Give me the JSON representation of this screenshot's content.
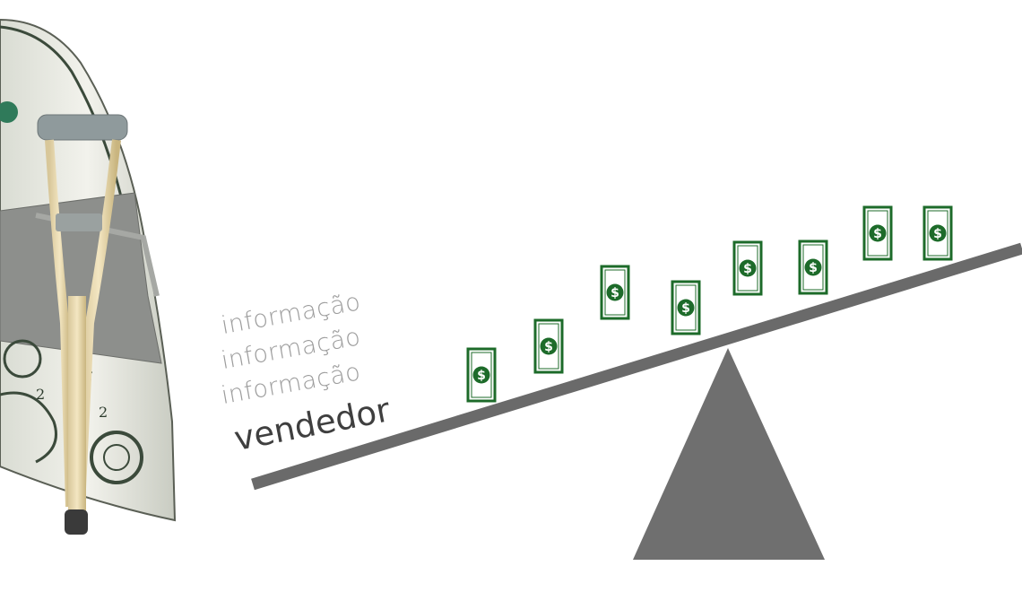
{
  "labels": {
    "info_lines": [
      "informação",
      "informação",
      "informação"
    ],
    "seller": "vendedor"
  },
  "icons": {
    "money_note": "dollar-bill-icon",
    "crutch": "crutch-icon",
    "banknote_image": "folded-dollar-bill-image"
  },
  "colors": {
    "beam": "#6a6a6a",
    "fulcrum": "#6f6f6f",
    "note_green": "#1d6b2a",
    "info_text": "#9c9c9c",
    "seller_text": "#3f3f3f"
  },
  "banknote_count": 8
}
